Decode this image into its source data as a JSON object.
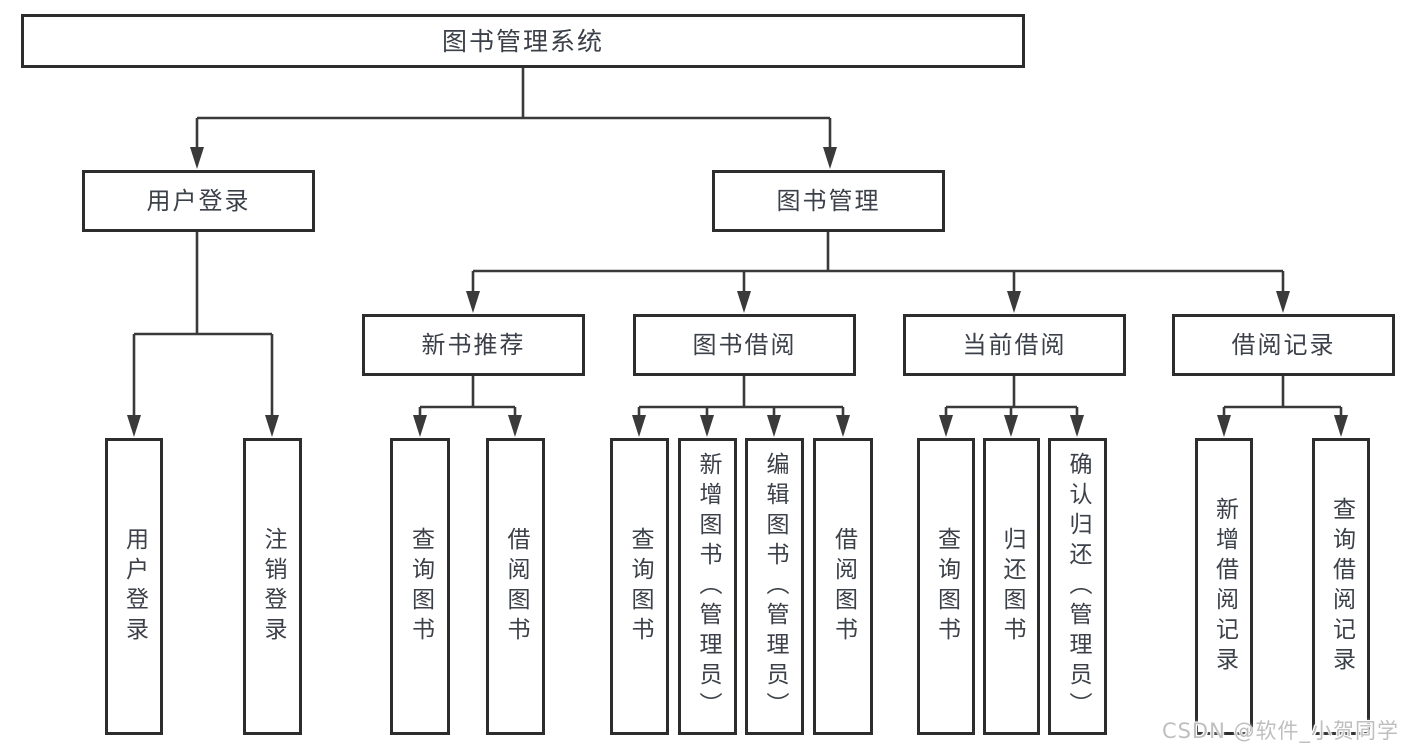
{
  "diagram": {
    "type": "hierarchy-tree",
    "title": "图书管理系统",
    "nodes": {
      "root": "图书管理系统",
      "level2": [
        "用户登录",
        "图书管理"
      ],
      "level3": [
        "新书推荐",
        "图书借阅",
        "当前借阅",
        "借阅记录"
      ],
      "leaves_user_login": [
        "用户登录",
        "注销登录"
      ],
      "leaves_new_book": [
        "查询图书",
        "借阅图书"
      ],
      "leaves_book_borrow": [
        "查询图书",
        "新增图书（管理员）",
        "编辑图书（管理员）",
        "借阅图书"
      ],
      "leaves_current_borrow": [
        "查询图书",
        "归还图书",
        "确认归还（管理员）"
      ],
      "leaves_borrow_records": [
        "新增借阅记录",
        "查询借阅记录"
      ]
    },
    "edges": [
      {
        "from": "图书管理系统",
        "to": "用户登录"
      },
      {
        "from": "图书管理系统",
        "to": "图书管理"
      },
      {
        "from": "用户登录",
        "to": "用户登录"
      },
      {
        "from": "用户登录",
        "to": "注销登录"
      },
      {
        "from": "图书管理",
        "to": "新书推荐"
      },
      {
        "from": "图书管理",
        "to": "图书借阅"
      },
      {
        "from": "图书管理",
        "to": "当前借阅"
      },
      {
        "from": "图书管理",
        "to": "借阅记录"
      },
      {
        "from": "新书推荐",
        "to": "查询图书"
      },
      {
        "from": "新书推荐",
        "to": "借阅图书"
      },
      {
        "from": "图书借阅",
        "to": "查询图书"
      },
      {
        "from": "图书借阅",
        "to": "新增图书（管理员）"
      },
      {
        "from": "图书借阅",
        "to": "编辑图书（管理员）"
      },
      {
        "from": "图书借阅",
        "to": "借阅图书"
      },
      {
        "from": "当前借阅",
        "to": "查询图书"
      },
      {
        "from": "当前借阅",
        "to": "归还图书"
      },
      {
        "from": "当前借阅",
        "to": "确认归还（管理员）"
      },
      {
        "from": "借阅记录",
        "to": "新增借阅记录"
      },
      {
        "from": "借阅记录",
        "to": "查询借阅记录"
      }
    ],
    "colors": {
      "line": "#3a3a3a",
      "box_border": "#2d2d2d",
      "box_fill": "#ffffff",
      "text": "#3b4049",
      "watermark_text": "#bfbfbf"
    }
  },
  "watermark": "CSDN @软件_小贺同学"
}
